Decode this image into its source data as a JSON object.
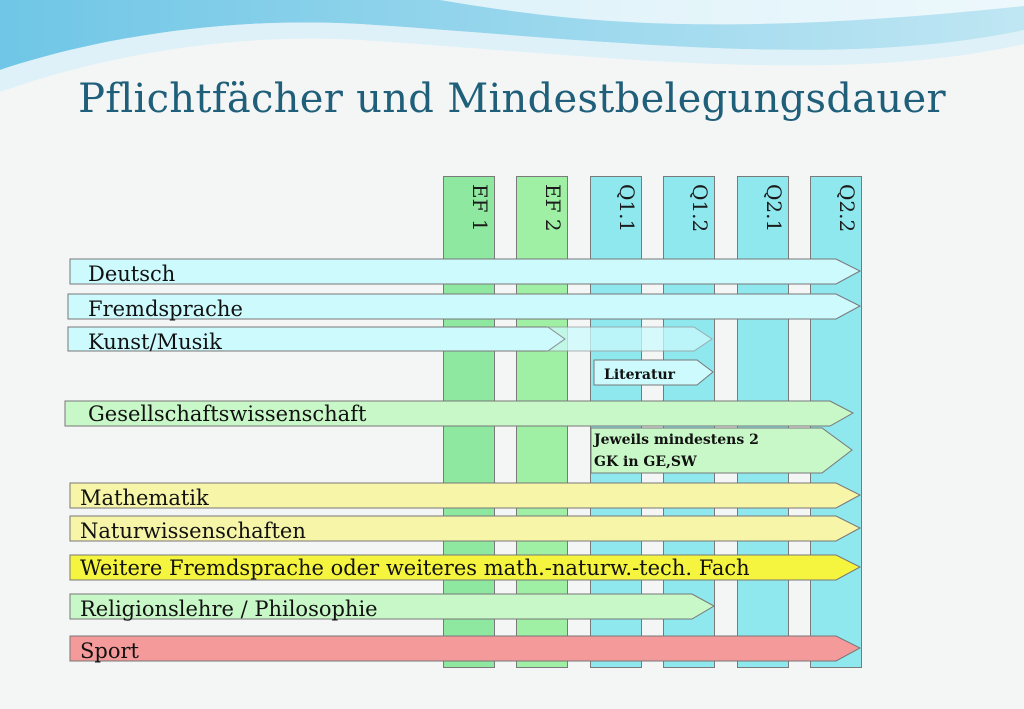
{
  "title": "Pflichtfächer und Mindestbelegungsdauer",
  "columns": [
    {
      "label": "EF 1",
      "color": "#8fe8a0"
    },
    {
      "label": "EF 2",
      "color": "#9ff0a4"
    },
    {
      "label": "Q1.1",
      "color": "#8fe8ee"
    },
    {
      "label": "Q1.2",
      "color": "#8fe8ee"
    },
    {
      "label": "Q2.1",
      "color": "#8fe8ee"
    },
    {
      "label": "Q2.2",
      "color": "#8fe8ee"
    }
  ],
  "subjects": [
    {
      "label": "Deutsch",
      "color": "#ccfafd"
    },
    {
      "label": "Fremdsprache",
      "color": "#ccfafd"
    },
    {
      "label": "Kunst/Musik",
      "color": "#ccfafd"
    },
    {
      "label": "Literatur",
      "color": "#ccfafd"
    },
    {
      "label": "Gesellschaftswissenschaft",
      "color": "#c8f7c8"
    },
    {
      "label_lines": [
        "Jeweils mindestens 2",
        "GK in GE,SW"
      ],
      "color": "#c8f7c8"
    },
    {
      "label": "Mathematik",
      "color": "#f7f5a8"
    },
    {
      "label": "Naturwissenschaften",
      "color": "#f7f5a8"
    },
    {
      "label": "Weitere Fremdsprache oder weiteres math.-naturw.-tech. Fach",
      "color": "#f5f540"
    },
    {
      "label": "Religionslehre / Philosophie",
      "color": "#c8f7c8"
    },
    {
      "label": "Sport",
      "color": "#f59a9a"
    }
  ]
}
